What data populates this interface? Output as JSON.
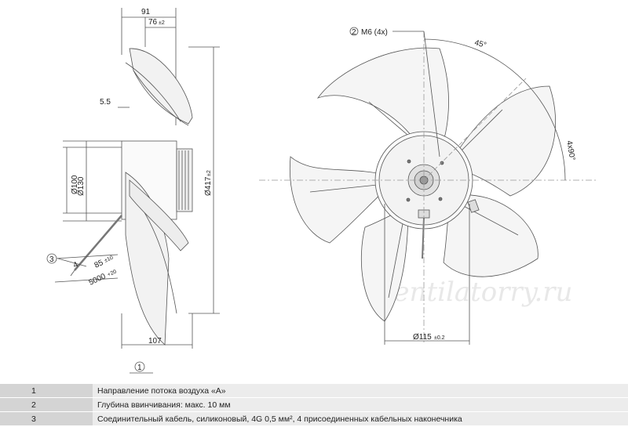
{
  "watermark": "Ventilatorry.ru",
  "side_view": {
    "dim_91": "91",
    "dim_76": "76",
    "dim_76_tol": "±2",
    "dim_5_5": "5.5",
    "dim_130": "Ø130",
    "dim_100": "Ø100",
    "dim_417": "Ø417",
    "dim_417_tol": "±2",
    "dim_107": "107",
    "dim_4": "4",
    "dim_85": "85",
    "dim_85_tol": "±10",
    "dim_5000": "5000",
    "dim_5000_tol": "+20",
    "callout_3": "3",
    "callout_1": "1"
  },
  "front_view": {
    "callout_2": "2",
    "thread_label": "M6 (4x)",
    "angle_45": "45°",
    "angle_4x90": "4x90°",
    "dim_115": "Ø115",
    "dim_115_tol": "±0.2"
  },
  "notes": [
    {
      "num": "1",
      "text": "Направление потока воздуха «A»"
    },
    {
      "num": "2",
      "text": "Глубина ввинчивания: макс. 10 мм"
    },
    {
      "num": "3",
      "text": "Соединительный кабель, силиконовый, 4G 0,5 мм², 4 присоединенных кабельных наконечника"
    }
  ]
}
